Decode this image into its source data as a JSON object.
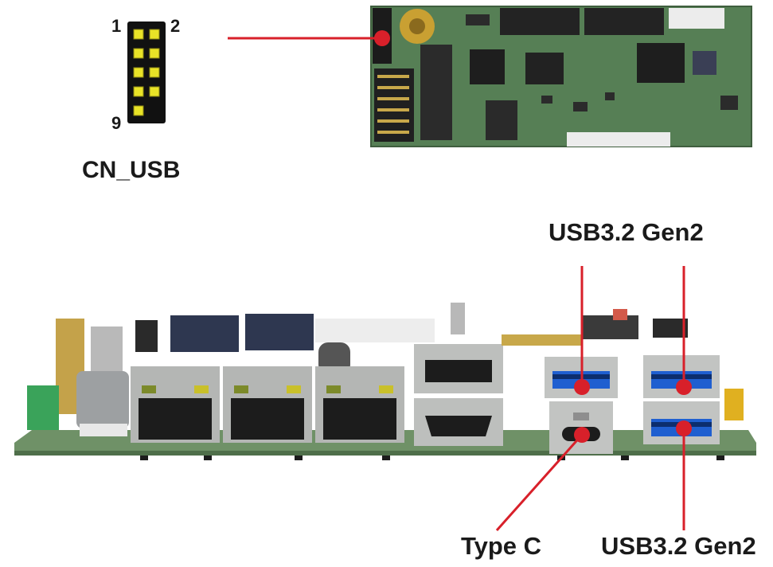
{
  "header": {
    "connector_name": "CN_USB",
    "pin_labels": {
      "first": "1",
      "second": "2",
      "last": "9"
    }
  },
  "callouts": {
    "usb_top": "USB3.2 Gen2",
    "type_c": "Type C",
    "usb_bottom": "USB3.2 Gen2"
  },
  "colors": {
    "callout_line": "#d8202a",
    "pin_yellow": "#e9e327",
    "header_body": "#111111",
    "pcb_green": "#5f8a5a",
    "usb_blue": "#1f5fd0",
    "rj45_silver": "#b4b6b4"
  }
}
